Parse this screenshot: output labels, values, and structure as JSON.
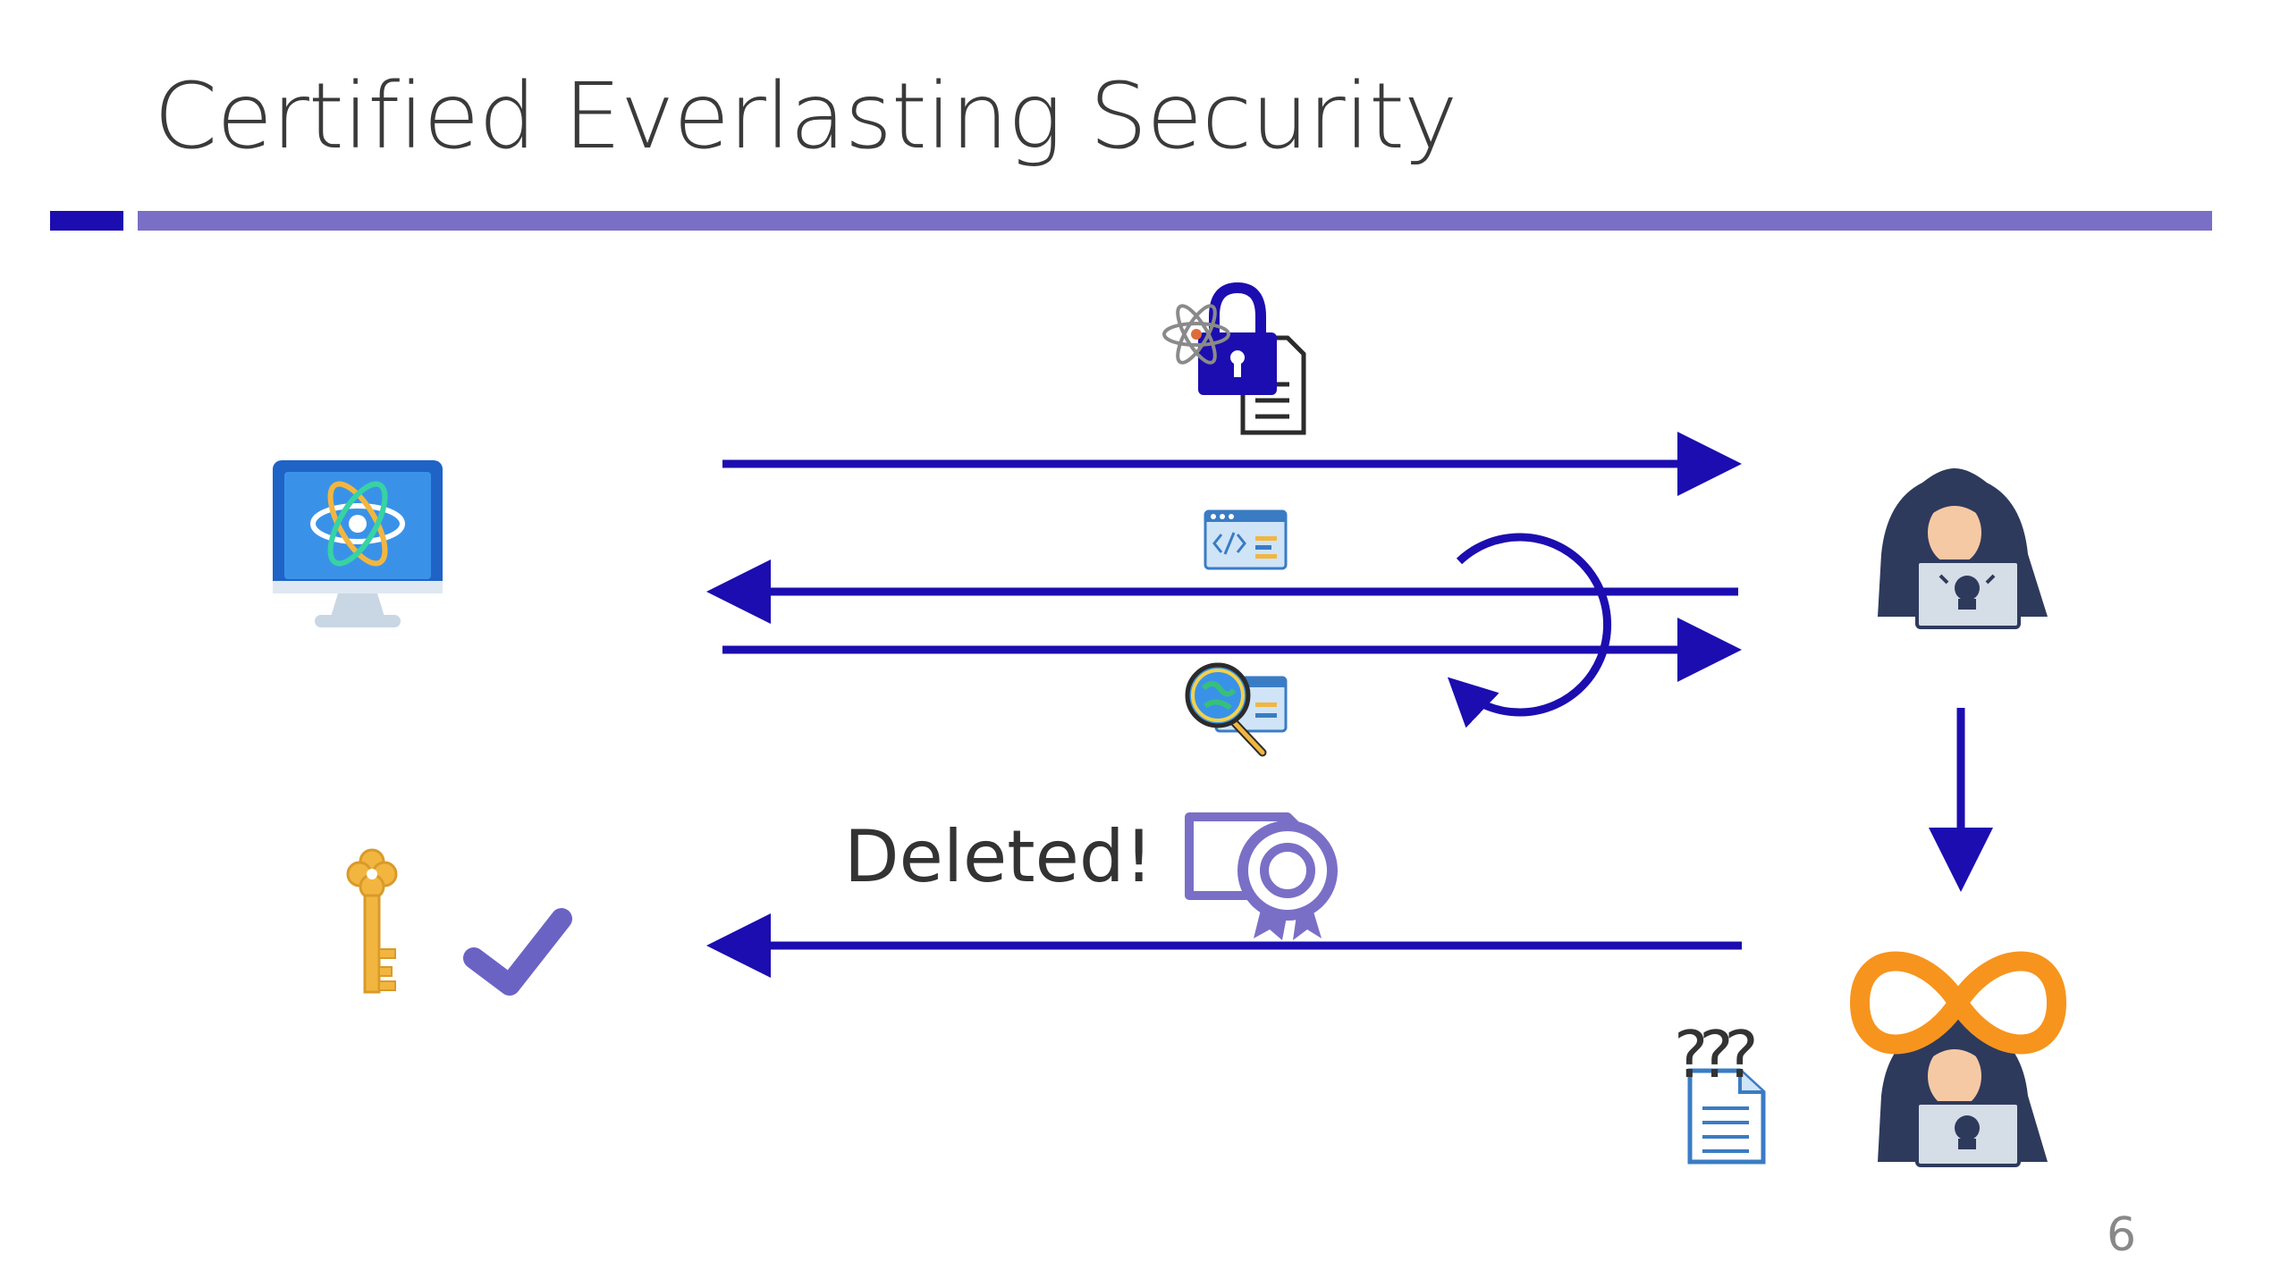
{
  "slide": {
    "title": "Certified Everlasting Security",
    "page_number": "6"
  },
  "labels": {
    "deleted": "Deleted!",
    "unknown": "???"
  },
  "colors": {
    "title_text": "#3a3a3a",
    "rule_dark": "#1c0db0",
    "rule_light": "#7a6fc6",
    "arrow": "#1c0db0",
    "checkmark": "#6b63c4",
    "key": "#f2b640",
    "infinity": "#f7941d",
    "hacker": "#2e3a5c"
  },
  "icons": [
    "quantum-computer-icon",
    "quantum-lock-document-icon",
    "code-window-icon",
    "key-magnifier-code-icon",
    "certificate-icon",
    "hacker-icon",
    "infinity-icon",
    "unbounded-hacker-icon",
    "document-icon",
    "golden-key-icon",
    "checkmark-icon"
  ]
}
